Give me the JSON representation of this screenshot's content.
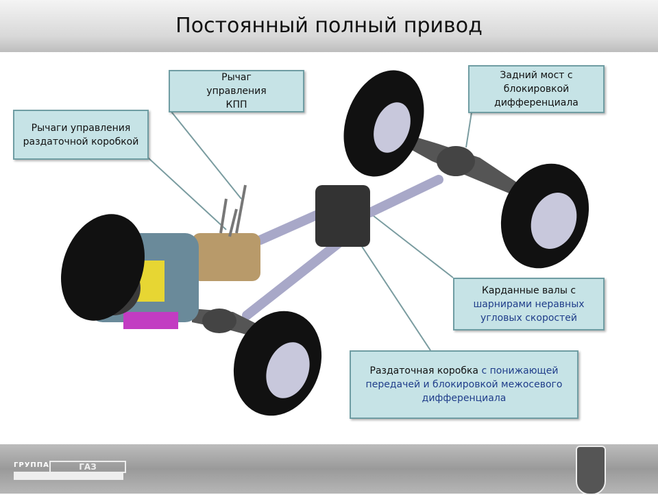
{
  "title": "Постоянный полный привод",
  "labels": {
    "transfer_levers": "Рычаги управления раздаточной коробкой",
    "gear_lever": "Рычаг управления КПП",
    "rear_axle": "Задний мост с блокировкой дифференциала",
    "propshafts_a": "Карданные валы с",
    "propshafts_b": "шарнирами неравных угловых скоростей",
    "transfer_case_a": "Раздаточная коробка",
    "transfer_case_b": "с понижающей передачей и блокировкой межосевого дифференциала"
  },
  "footer": {
    "logo_text": "ГРУППА",
    "logo_brand": "ГАЗ"
  },
  "colors": {
    "box_fill": "#c6e3e6",
    "box_border": "#6f9da3",
    "highlight_text": "#1f3d8a"
  }
}
